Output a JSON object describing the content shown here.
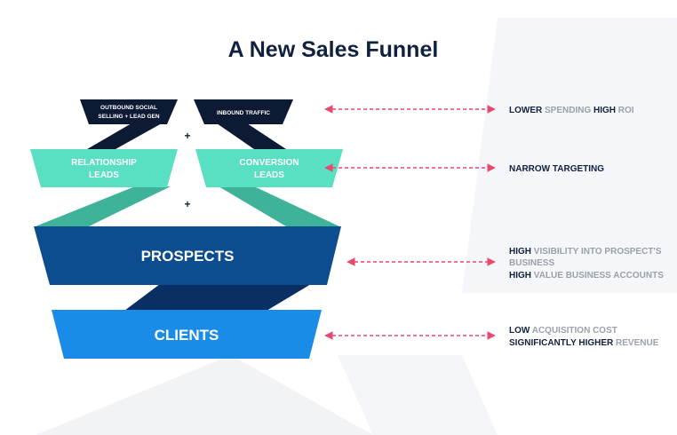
{
  "title": "A New Sales Funnel",
  "colors": {
    "navy": "#0c1a33",
    "teal": "#59e0c3",
    "teal_connector": "#3fb39a",
    "prospects_blue": "#0c4d8f",
    "clients_blue": "#1a8ce8",
    "arrow_pink": "#e8476e"
  },
  "top_sources": [
    {
      "line1": "OUTBOUND SOCIAL",
      "line2": "SELLING + LEAD GEN"
    },
    {
      "line1": "INBOUND TRAFFIC"
    }
  ],
  "leads": [
    {
      "line1": "RELATIONSHIP",
      "line2": "LEADS"
    },
    {
      "line1": "CONVERSION",
      "line2": "LEADS"
    }
  ],
  "plus_sign": "+",
  "prospects_label": "PROSPECTS",
  "clients_label": "CLIENTS",
  "benefits": {
    "row1": {
      "a": "LOWER ",
      "b": "SPENDING ",
      "c": "HIGH ",
      "d": "ROI"
    },
    "row2": {
      "a": "NARROW TARGETING"
    },
    "row3": {
      "l1a": "HIGH ",
      "l1b": "VISIBILITY INTO PROSPECT'S",
      "l2": "BUSINESS",
      "l3a": "HIGH ",
      "l3b": "VALUE BUSINESS ACCOUNTS"
    },
    "row4": {
      "l1a": "LOW ",
      "l1b": "ACQUISITION COST",
      "l2a": "SIGNIFICANTLY HIGHER ",
      "l2b": "REVENUE"
    }
  },
  "arrow_icon": "double-headed-dashed-arrow"
}
